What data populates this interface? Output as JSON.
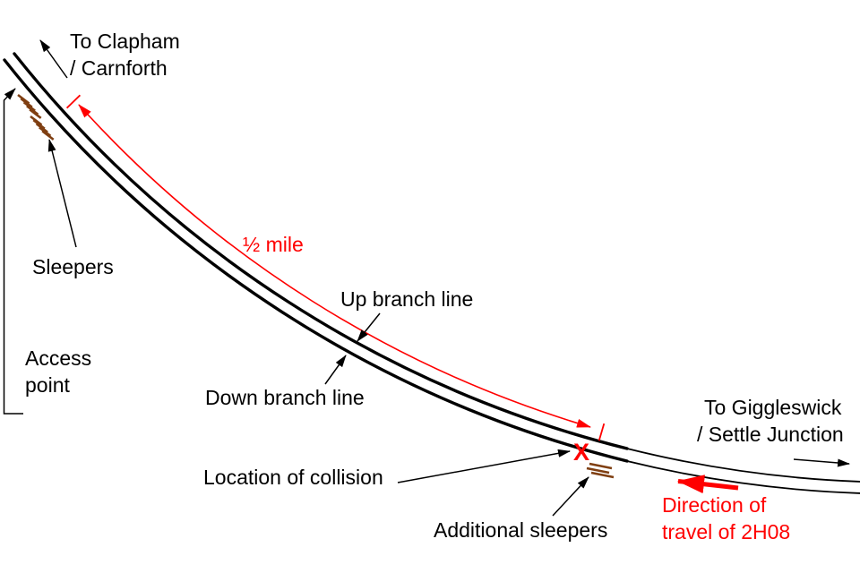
{
  "colors": {
    "track": "#000000",
    "annotation": "#000000",
    "highlight_red": "#ff0000",
    "sleepers_brown": "#7f3f12",
    "background": "#ffffff"
  },
  "labels": {
    "to_clapham": {
      "line1": "To Clapham",
      "line2": "/ Carnforth"
    },
    "sleepers": "Sleepers",
    "access_point": {
      "line1": "Access",
      "line2": "point"
    },
    "half_mile": "½ mile",
    "up_branch_line": "Up branch line",
    "down_branch_line": "Down branch line",
    "location_of_collision": "Location of collision",
    "additional_sleepers": "Additional sleepers",
    "to_giggleswick": {
      "line1": "To Giggleswick",
      "line2": "/ Settle Junction"
    },
    "direction_of_travel": {
      "line1": "Direction of",
      "line2": "travel of 2H08"
    },
    "collision_marker": "X"
  }
}
